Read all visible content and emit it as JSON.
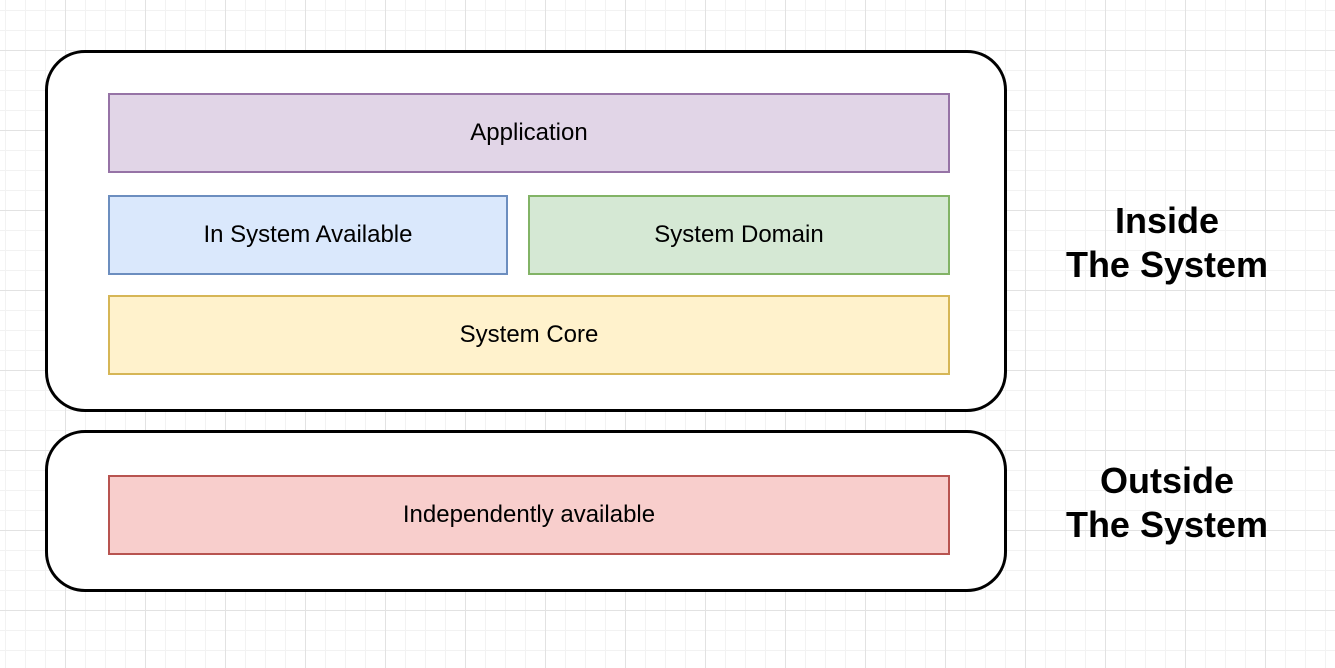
{
  "canvas": {
    "background_color": "#ffffff",
    "grid_minor_color": "#f2f2f2",
    "grid_major_color": "#e2e2e2",
    "container_stroke_color": "#000000",
    "text_color": "#000000"
  },
  "shapes": {
    "application": {
      "label": "Application",
      "fill": "#e1d5e7",
      "stroke": "#9673a6"
    },
    "in_system_available": {
      "label": "In System Available",
      "fill": "#dae8fc",
      "stroke": "#6c8ebf"
    },
    "system_domain": {
      "label": "System Domain",
      "fill": "#d5e8d4",
      "stroke": "#82b366"
    },
    "system_core": {
      "label": "System Core",
      "fill": "#fff2cc",
      "stroke": "#d6b656"
    },
    "independently_available": {
      "label": "Independently available",
      "fill": "#f8cecc",
      "stroke": "#b85450"
    }
  },
  "labels": {
    "inside": {
      "line1": "Inside",
      "line2": "The System"
    },
    "outside": {
      "line1": "Outside",
      "line2": "The System"
    }
  }
}
